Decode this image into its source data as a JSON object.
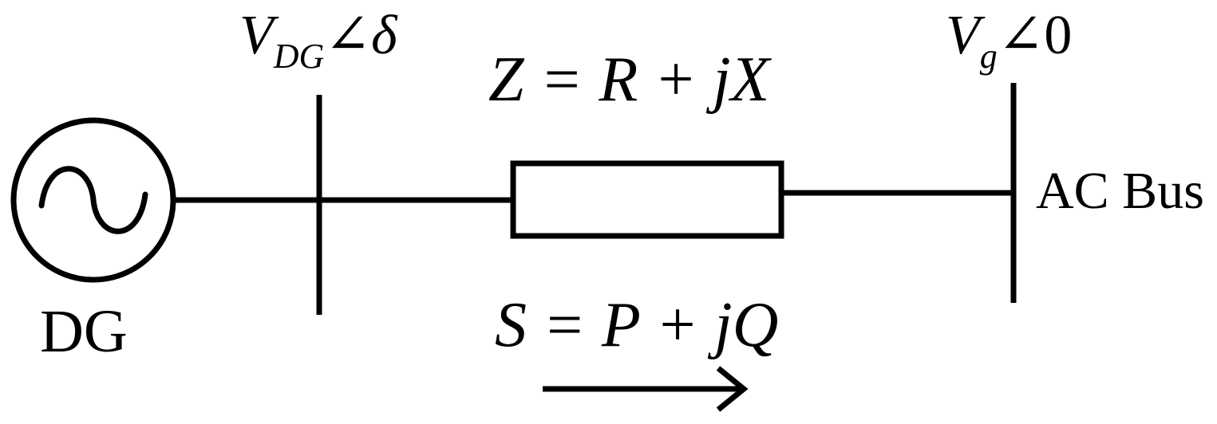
{
  "diagram": {
    "source_label": "DG",
    "sending_bus": {
      "voltage_symbol": "V",
      "voltage_subscript": "DG",
      "angle_sign": "∠",
      "angle": "δ"
    },
    "receiving_bus": {
      "voltage_symbol": "V",
      "voltage_subscript": "g",
      "angle_sign": "∠",
      "angle": "0",
      "name": "AC Bus"
    },
    "impedance_equation": "Z = R + jX",
    "power_equation": "S = P + jQ",
    "power_flow_direction": "left-to-right"
  }
}
